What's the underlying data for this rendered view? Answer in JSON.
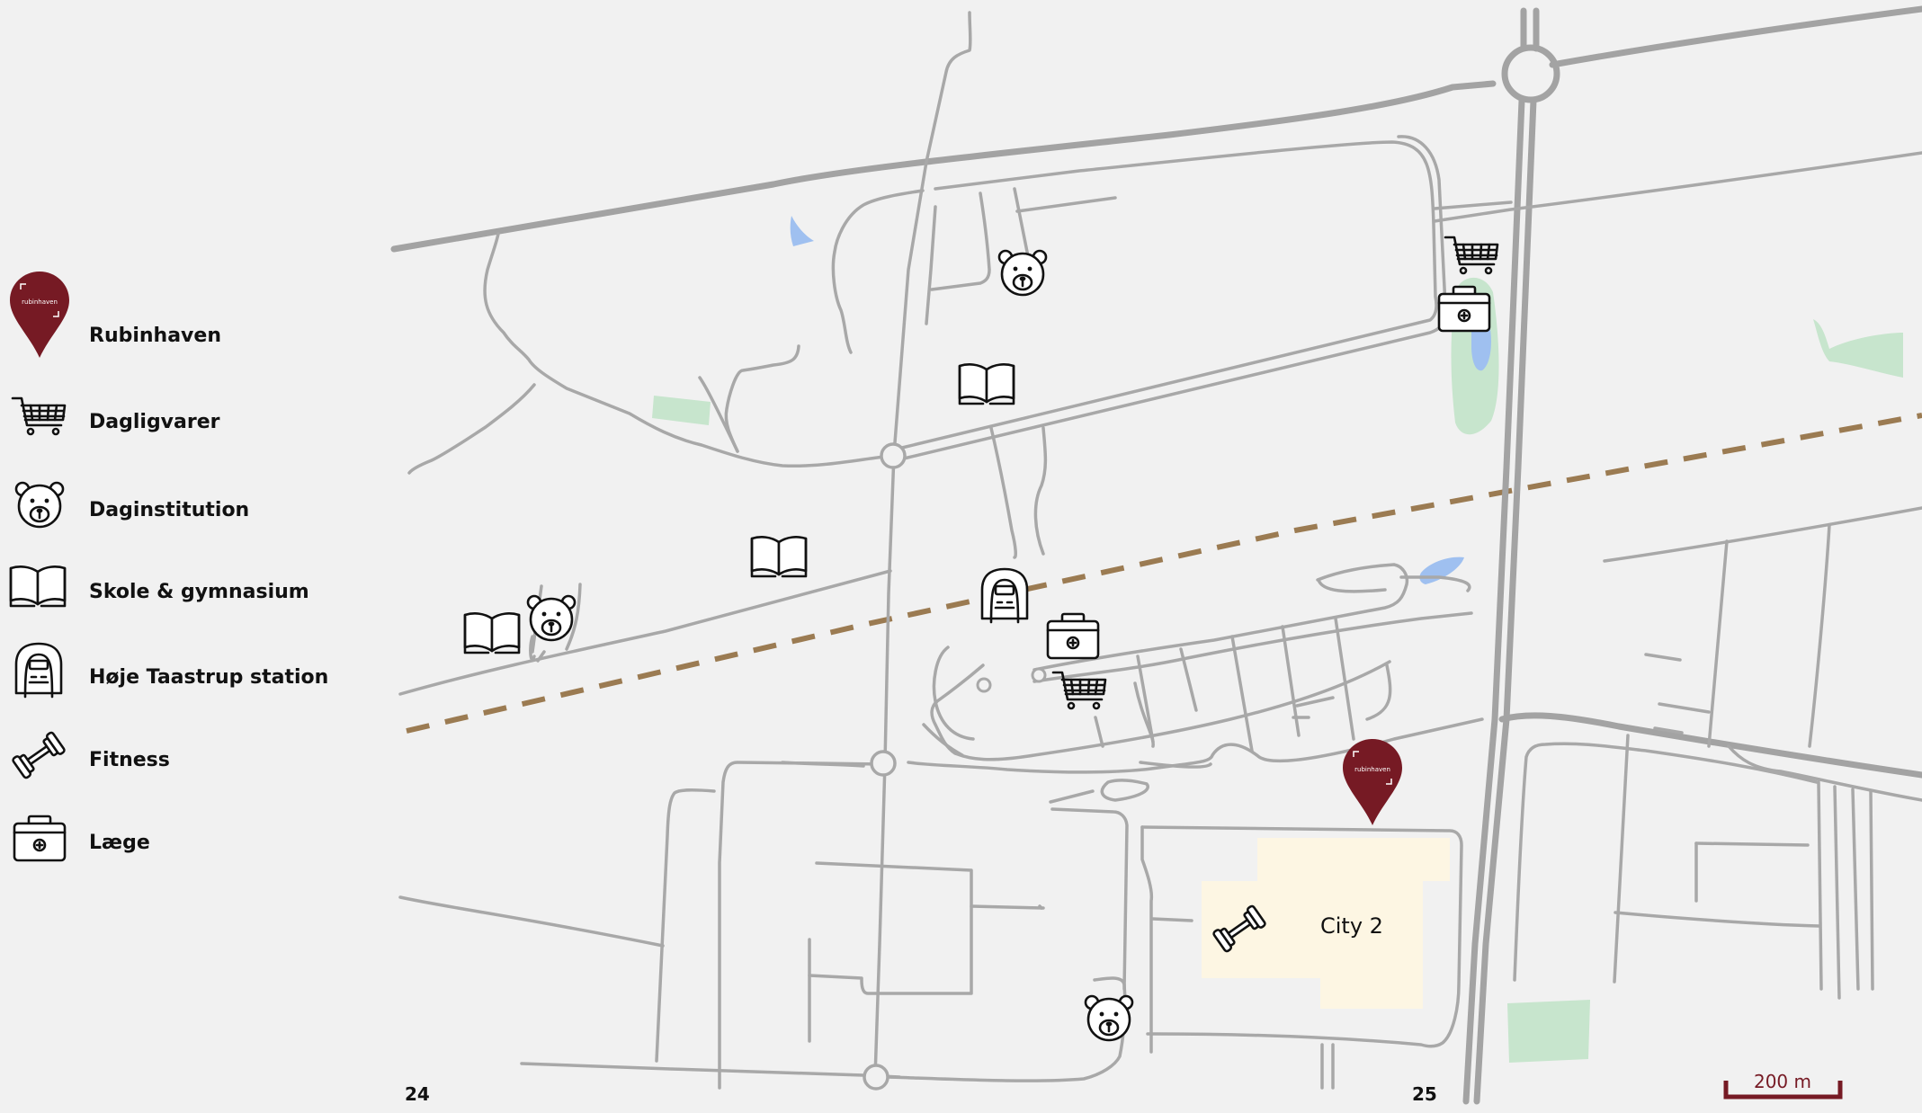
{
  "colors": {
    "background": "#f1f1f1",
    "road": "#a5a5a5",
    "park": "#c7e5cd",
    "water": "#9fc0f0",
    "railway": "#9b7b52",
    "city_area": "#fdf6e3",
    "pin": "#761a24",
    "scale_bar": "#761a24",
    "icon": "#111111"
  },
  "legend": [
    {
      "id": "rubinhaven",
      "icon": "map-pin-icon",
      "label": "Rubinhaven"
    },
    {
      "id": "dagligvarer",
      "icon": "shopping-cart-icon",
      "label": "Dagligvarer"
    },
    {
      "id": "daginstitution",
      "icon": "teddy-bear-icon",
      "label": "Daginstitution"
    },
    {
      "id": "skole",
      "icon": "open-book-icon",
      "label": "Skole & gymnasium"
    },
    {
      "id": "station",
      "icon": "train-icon",
      "label": "Høje Taastrup station"
    },
    {
      "id": "fitness",
      "icon": "dumbbell-icon",
      "label": "Fitness"
    },
    {
      "id": "laege",
      "icon": "medical-kit-icon",
      "label": "Læge"
    }
  ],
  "pin_text": "rubinhaven",
  "area_label": "City 2",
  "grid_labels": [
    "24",
    "25"
  ],
  "scale_bar": {
    "label": "200 m"
  }
}
